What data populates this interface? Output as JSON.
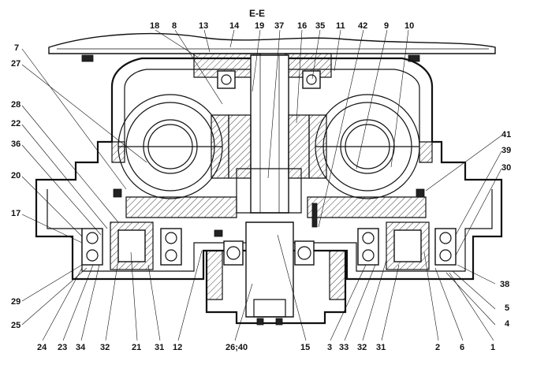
{
  "section_label": "E-E",
  "top_labels": [
    "18",
    "8",
    "13",
    "14",
    "19",
    "37",
    "16",
    "35",
    "11",
    "42",
    "9",
    "10"
  ],
  "left_labels": [
    "7",
    "27",
    "28",
    "22",
    "36",
    "20",
    "17",
    "29",
    "25"
  ],
  "right_labels": [
    "41",
    "39",
    "30",
    "38",
    "5",
    "4"
  ],
  "bottom_labels": [
    "24",
    "23",
    "34",
    "32",
    "21",
    "31",
    "12",
    "26;40",
    "15",
    "3",
    "33",
    "32",
    "31",
    "2",
    "6",
    "1"
  ],
  "colors": {
    "ink": "#111111",
    "paper": "#ffffff"
  }
}
